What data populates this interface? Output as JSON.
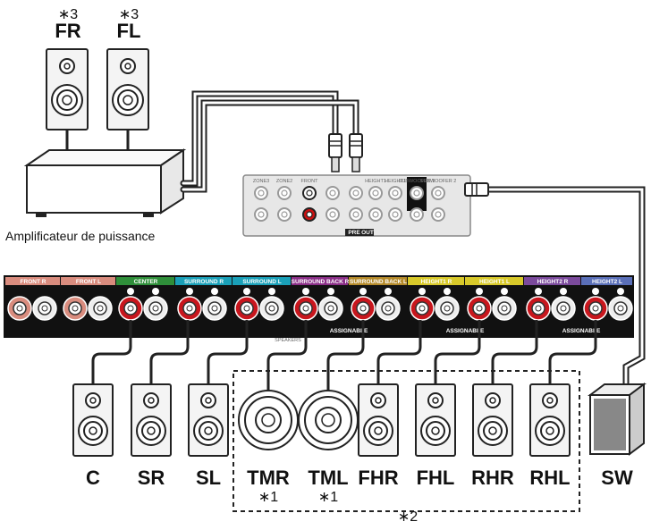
{
  "front_speakers": [
    {
      "label": "FR",
      "note": "∗3"
    },
    {
      "label": "FL",
      "note": "∗3"
    }
  ],
  "amplifier_caption": "Amplificateur de puissance",
  "preout": {
    "jacks": [
      "ZONE3",
      "ZONE2",
      "FRONT",
      "",
      "",
      "HEIGHT1",
      "HEIGHT1",
      "SUBWOOFER 1",
      "SUBWOOFER 2"
    ],
    "pre_label": "PRE",
    "out_label": "OUT"
  },
  "terminals": [
    {
      "label": "FRONT",
      "side": "R",
      "color": "#d98c7e"
    },
    {
      "label": "FRONT",
      "side": "L",
      "color": "#d98c7e"
    },
    {
      "label": "CENTER",
      "side": "",
      "color": "#2f8f3a"
    },
    {
      "label": "SURROUND",
      "side": "R",
      "color": "#1aa0b8"
    },
    {
      "label": "SURROUND",
      "side": "L",
      "color": "#1aa0b8"
    },
    {
      "label": "SURROUND BACK",
      "side": "R",
      "color": "#8b2f88"
    },
    {
      "label": "SURROUND BACK",
      "side": "L",
      "color": "#b48a2a"
    },
    {
      "label": "HEIGHT1",
      "side": "R",
      "color": "#d8c92a"
    },
    {
      "label": "HEIGHT1",
      "side": "L",
      "color": "#d8c92a"
    },
    {
      "label": "HEIGHT2",
      "side": "R",
      "color": "#7b4a9c"
    },
    {
      "label": "HEIGHT2",
      "side": "L",
      "color": "#5a6fb8"
    }
  ],
  "speakers_label": "SPEAKERS",
  "assignable_label": "ASSIGNABLE",
  "speakers": [
    {
      "label": "C",
      "note": ""
    },
    {
      "label": "SR",
      "note": ""
    },
    {
      "label": "SL",
      "note": ""
    },
    {
      "label": "TMR",
      "note": "∗1"
    },
    {
      "label": "TML",
      "note": "∗1"
    },
    {
      "label": "FHR",
      "note": ""
    },
    {
      "label": "FHL",
      "note": ""
    },
    {
      "label": "RHR",
      "note": ""
    },
    {
      "label": "RHL",
      "note": ""
    },
    {
      "label": "SW",
      "note": ""
    }
  ],
  "group_note": "∗2"
}
